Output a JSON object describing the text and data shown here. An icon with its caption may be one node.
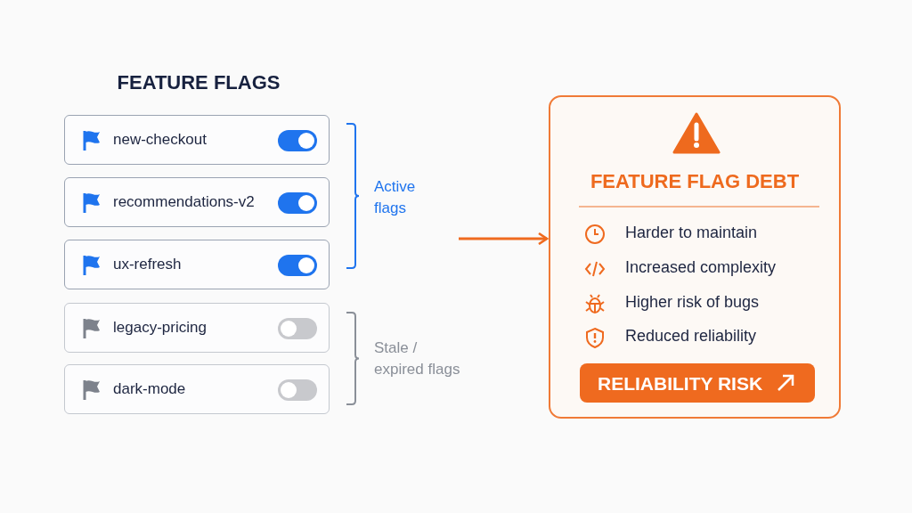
{
  "diagram": {
    "title": "FEATURE FLAGS",
    "nodes": [
      {
        "text": [
          "new-checkout"
        ]
      },
      {
        "text": [
          "recommendations-v2"
        ]
      },
      {
        "text": [
          "ux-refresh"
        ]
      },
      {
        "text": [
          "legacy-pricing"
        ]
      },
      {
        "text": [
          "dark-mode"
        ]
      },
      {
        "text": [
          "FEATURE FLAG DEBT"
        ]
      },
      {
        "text": [
          "Harder to maintain"
        ],
        "in": 5
      },
      {
        "text": [
          "Increased complexity"
        ],
        "in": 5
      },
      {
        "text": [
          "Higher risk of bugs"
        ],
        "in": 5
      },
      {
        "text": [
          "Reduced reliability"
        ],
        "in": 5
      },
      {
        "text": [
          "RELIABILITY RISK"
        ],
        "in": 5
      }
    ],
    "edges": [
      {
        "from": null,
        "to": 5,
        "arrow": "to"
      }
    ],
    "labels": [
      "Active flags",
      "Stale / expired flags"
    ]
  }
}
